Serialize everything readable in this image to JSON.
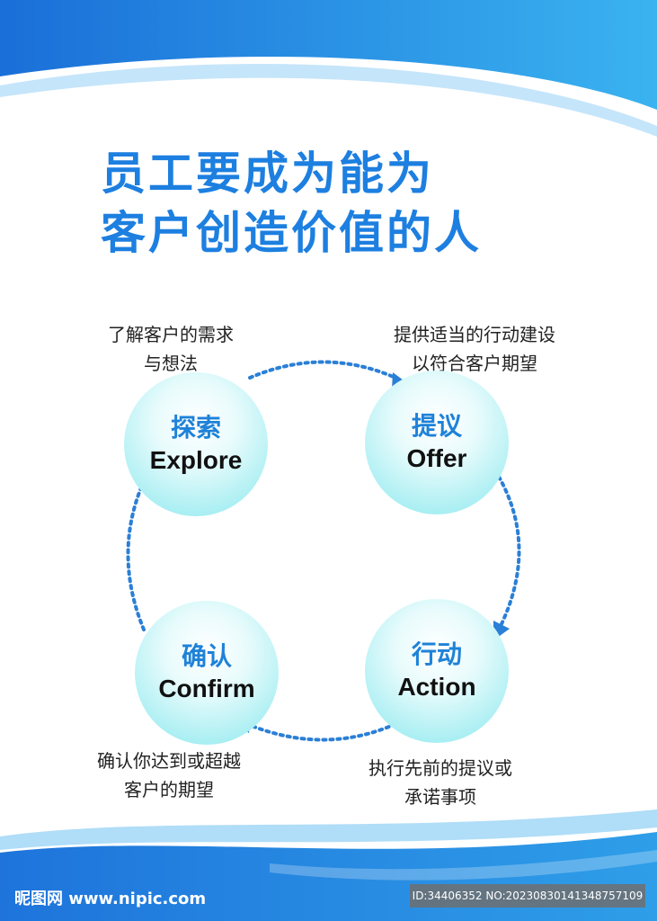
{
  "title": {
    "line1": "员工要成为能为",
    "line2": "客户创造价值的人"
  },
  "nodes": [
    {
      "cn": "探索",
      "en": "Explore"
    },
    {
      "cn": "提议",
      "en": "Offer"
    },
    {
      "cn": "行动",
      "en": "Action"
    },
    {
      "cn": "确认",
      "en": "Confirm"
    }
  ],
  "descriptions": {
    "explore": {
      "line1": "了解客户的需求",
      "line2": "与想法"
    },
    "offer": {
      "line1": "提供适当的行动建设",
      "line2": "以符合客户期望"
    },
    "action": {
      "line1": "执行先前的提议或",
      "line2": "承诺事项"
    },
    "confirm": {
      "line1": "确认你达到或超越",
      "line2": "客户的期望"
    }
  },
  "footer": {
    "logo": "昵图网 www.nipic.com",
    "id_text": "ID:34406352 NO:20230830141348757109"
  },
  "colors": {
    "primary_blue": "#1d7fe0",
    "cycle_blue": "#2a7fd6",
    "circle_cyan": "#86e3ea"
  },
  "icons": [
    "arrow-icon"
  ]
}
